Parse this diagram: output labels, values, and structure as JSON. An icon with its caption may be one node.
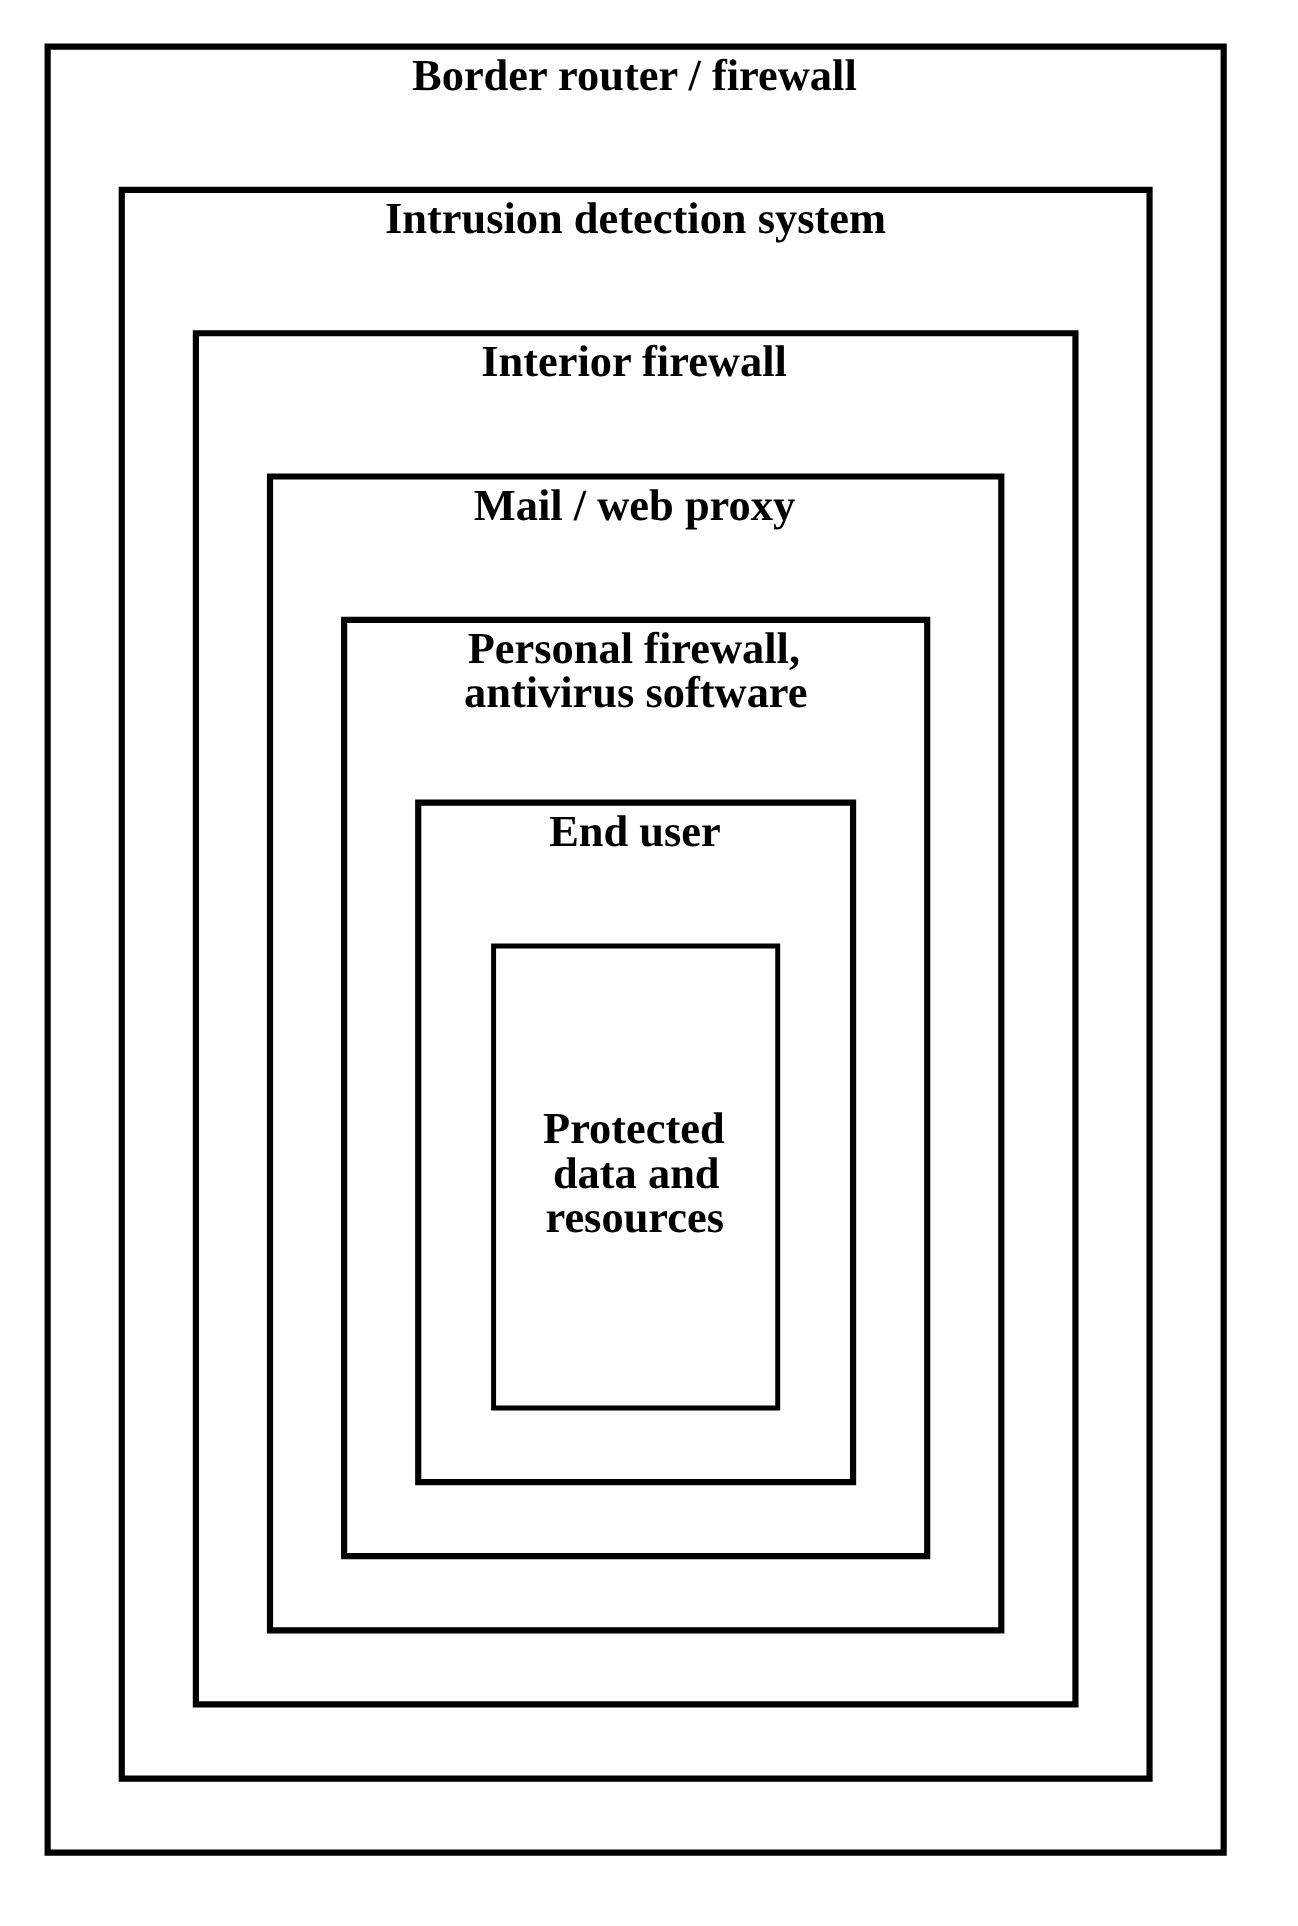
{
  "diagram": {
    "nodes": [
      {
        "text": [
          "Border router / firewall"
        ]
      },
      {
        "text": [
          "Intrusion detection system"
        ],
        "in": 0
      },
      {
        "text": [
          "Interior firewall"
        ],
        "in": 1
      },
      {
        "text": [
          "Mail / web proxy"
        ],
        "in": 2
      },
      {
        "text": [
          "Personal firewall, antivirus software"
        ],
        "in": 3
      },
      {
        "text": [
          "End user"
        ],
        "in": 4
      },
      {
        "text": [
          "Protected data and resources"
        ],
        "in": 5
      }
    ]
  }
}
